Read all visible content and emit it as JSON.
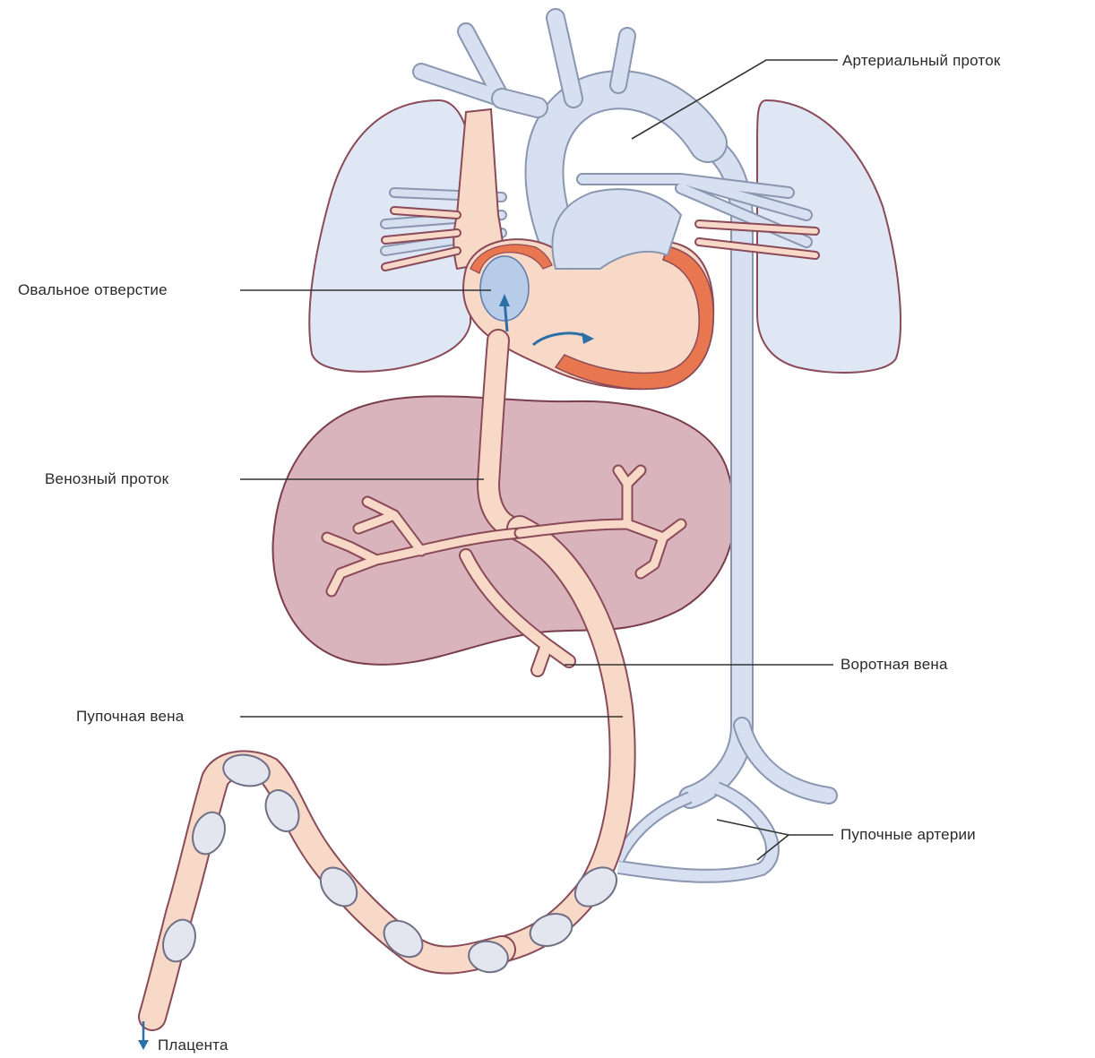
{
  "labels": {
    "ductus_arteriosus": "Артериальный проток",
    "foramen_ovale": "Овальное отверстие",
    "ductus_venosus": "Венозный проток",
    "portal_vein": "Воротная вена",
    "umbilical_vein": "Пупочная вена",
    "umbilical_arteries": "Пупочные артерии",
    "placenta": "Плацента"
  },
  "colors": {
    "lung_fill": "#dfe6f4",
    "lung_outline": "#8a4a58",
    "liver_fill": "#d9b4bd",
    "liver_outline": "#7a3d4c",
    "oxygenated_vessel": "#f8d9c8",
    "deoxygenated_vessel": "#d7e0f1",
    "heart_wall": "#e8764f",
    "flow_arrow": "#2b6fa6"
  }
}
